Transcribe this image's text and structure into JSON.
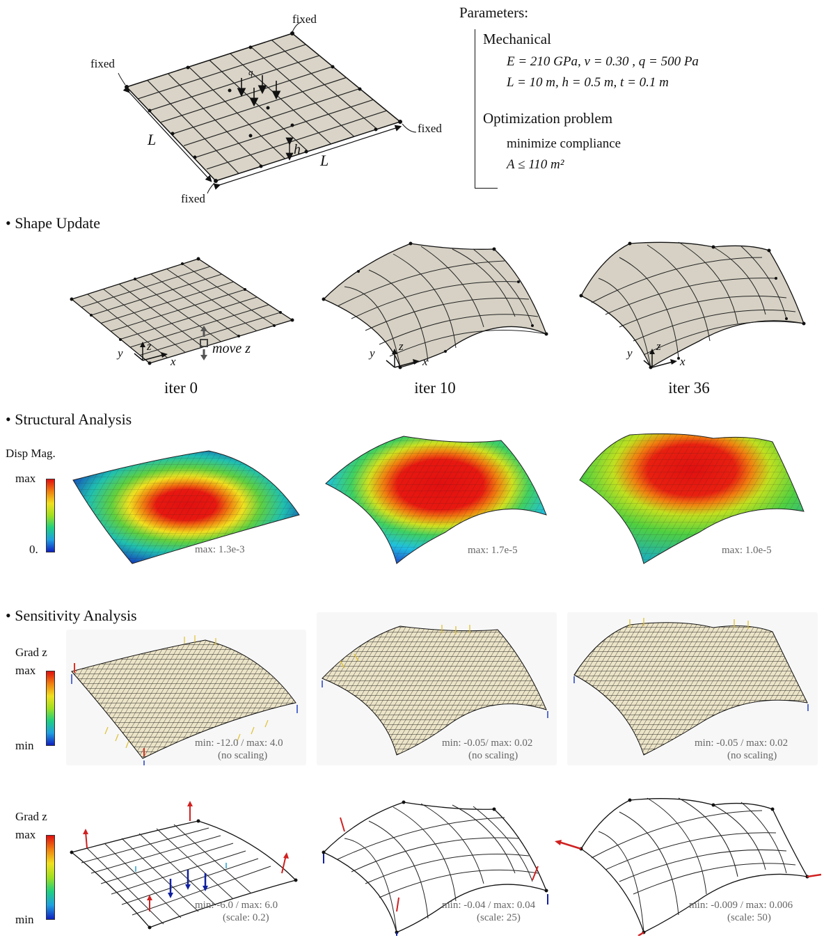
{
  "setup": {
    "fixed_label": "fixed",
    "load_label": "q",
    "dim_L": "L",
    "dim_h": "h"
  },
  "parameters": {
    "title": "Parameters:",
    "mechanical_heading": "Mechanical",
    "mech_line1": "E = 210 GPa, ν = 0.30 , q = 500 Pa",
    "mech_line2": "L = 10 m, h = 0.5 m, t = 0.1 m",
    "opt_heading": "Optimization problem",
    "opt_line1": "minimize compliance",
    "opt_line2": "A ≤ 110 m²"
  },
  "shape_update": {
    "heading": "• Shape Update",
    "move_label": "move z",
    "captions": [
      "iter 0",
      "iter 10",
      "iter 36"
    ],
    "axis": {
      "x": "x",
      "y": "y",
      "z": "z"
    }
  },
  "structural": {
    "heading": "• Structural Analysis",
    "colorbar_title": "Disp Mag.",
    "colorbar_max": "max",
    "colorbar_min": "0.",
    "max_notes": [
      "max: 1.3e-3",
      "max: 1.7e-5",
      "max: 1.0e-5"
    ]
  },
  "sensitivity": {
    "heading": "• Sensitivity Analysis",
    "colorbar_title": "Grad z",
    "colorbar_max": "max",
    "colorbar_min": "min",
    "row1_notes": [
      "min: -12.0 / max: 4.0",
      "min: -0.05/ max: 0.02",
      "min: -0.05 / max: 0.02"
    ],
    "row1_scales": [
      "(no scaling)",
      "(no scaling)",
      "(no scaling)"
    ],
    "row2_notes": [
      "min: -6.0 / max: 6.0",
      "min: -0.04 / max: 0.04",
      "min: -0.009 / max: 0.006"
    ],
    "row2_scales": [
      "(scale: 0.2)",
      "(scale: 25)",
      "(scale: 50)"
    ]
  },
  "colors": {
    "shell": "#d9d4c7",
    "line": "#111111",
    "rainbow": [
      "#1020c0",
      "#20a0e0",
      "#20d080",
      "#a0e020",
      "#f0e020",
      "#f08010",
      "#e01010"
    ]
  }
}
